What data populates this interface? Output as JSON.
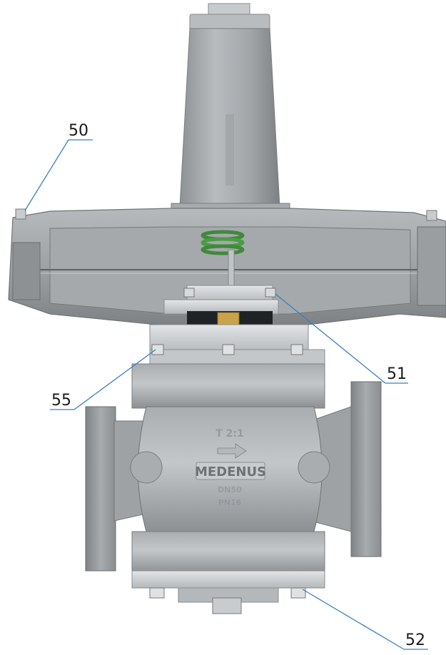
{
  "callouts": [
    {
      "id": "50",
      "label": "50"
    },
    {
      "id": "51",
      "label": "51"
    },
    {
      "id": "55",
      "label": "55"
    },
    {
      "id": "52",
      "label": "52"
    }
  ],
  "body_marking": {
    "brand": "MEDENUS"
  },
  "colors": {
    "leader": "#3a7fc0",
    "metal": "#9a9ea2",
    "spring": "#3f8a3a",
    "brass": "#c9a24a"
  }
}
